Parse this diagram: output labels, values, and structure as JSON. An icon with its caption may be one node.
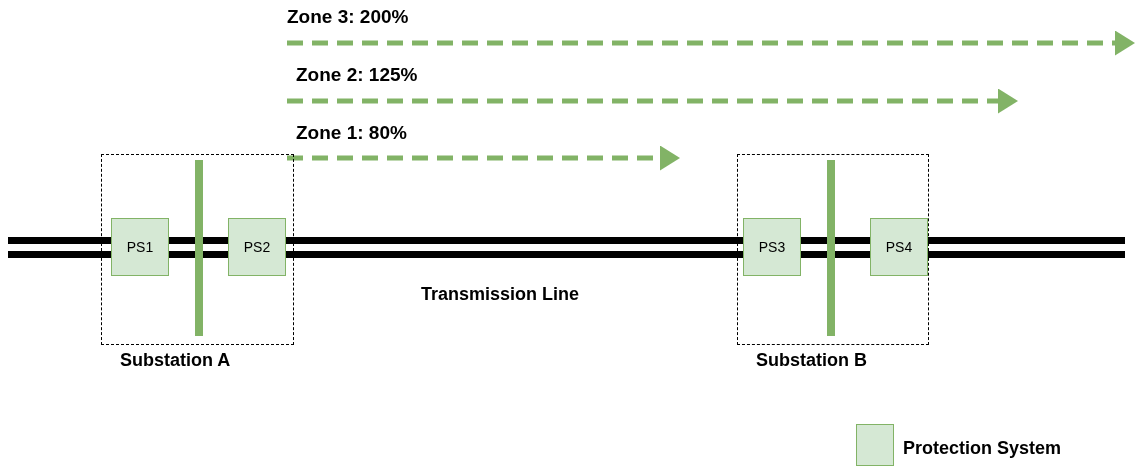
{
  "diagram": {
    "nodes": [
      {
        "text": [
          "Substation A"
        ]
      },
      {
        "text": [
          "PS1"
        ],
        "in": 0
      },
      {
        "text": [
          "PS2"
        ],
        "in": 0
      },
      {
        "text": [
          "Substation B"
        ]
      },
      {
        "text": [
          "PS3"
        ],
        "in": 3
      },
      {
        "text": [
          "PS4"
        ],
        "in": 3
      }
    ],
    "edges": [],
    "labels": [
      "Zone 3: 200%",
      "Zone 2: 125%",
      "Zone 1: 80%",
      "Transmission Line"
    ],
    "legend": [
      {
        "text": "Protection System",
        "color": "#d5e8d4"
      }
    ]
  }
}
